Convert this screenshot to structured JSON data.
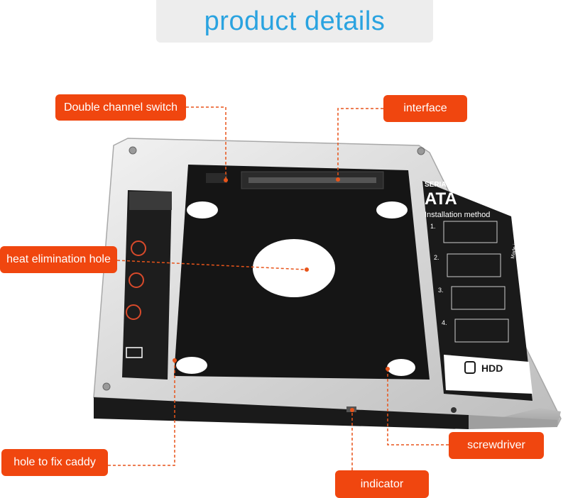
{
  "title": "product details",
  "callouts": {
    "double_channel_switch": "Double channel switch",
    "interface": "interface",
    "heat_elimination_hole": "heat elimination hole",
    "hole_to_fix_caddy": "hole to fix caddy",
    "screwdriver": "screwdriver",
    "indicator": "indicator"
  },
  "label_sticker": {
    "serial": "SERIAL",
    "ata": "ATA",
    "installation_method": "Installation method",
    "steps": [
      "1.",
      "2.",
      "3.",
      "4."
    ],
    "hdd": "HDD",
    "made_in_china": "Made in China"
  },
  "colors": {
    "title": "#2aa3e0",
    "callout": "#f0460f",
    "leader": "#e8541a"
  }
}
